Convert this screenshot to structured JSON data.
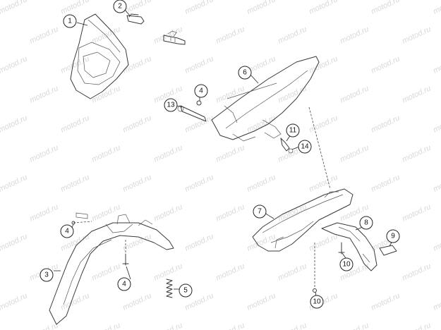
{
  "watermark": "motod.ru",
  "callouts": [
    {
      "id": "c1",
      "label": "1"
    },
    {
      "id": "c2",
      "label": "2"
    },
    {
      "id": "c3",
      "label": "3"
    },
    {
      "id": "c4a",
      "label": "4"
    },
    {
      "id": "c4b",
      "label": "4"
    },
    {
      "id": "c4c",
      "label": "4"
    },
    {
      "id": "c5",
      "label": "5"
    },
    {
      "id": "c6",
      "label": "6"
    },
    {
      "id": "c7",
      "label": "7"
    },
    {
      "id": "c8",
      "label": "8"
    },
    {
      "id": "c9",
      "label": "9"
    },
    {
      "id": "c10a",
      "label": "10"
    },
    {
      "id": "c10b",
      "label": "10"
    },
    {
      "id": "c11",
      "label": "11"
    },
    {
      "id": "c13",
      "label": "13"
    },
    {
      "id": "c14",
      "label": "14"
    }
  ]
}
